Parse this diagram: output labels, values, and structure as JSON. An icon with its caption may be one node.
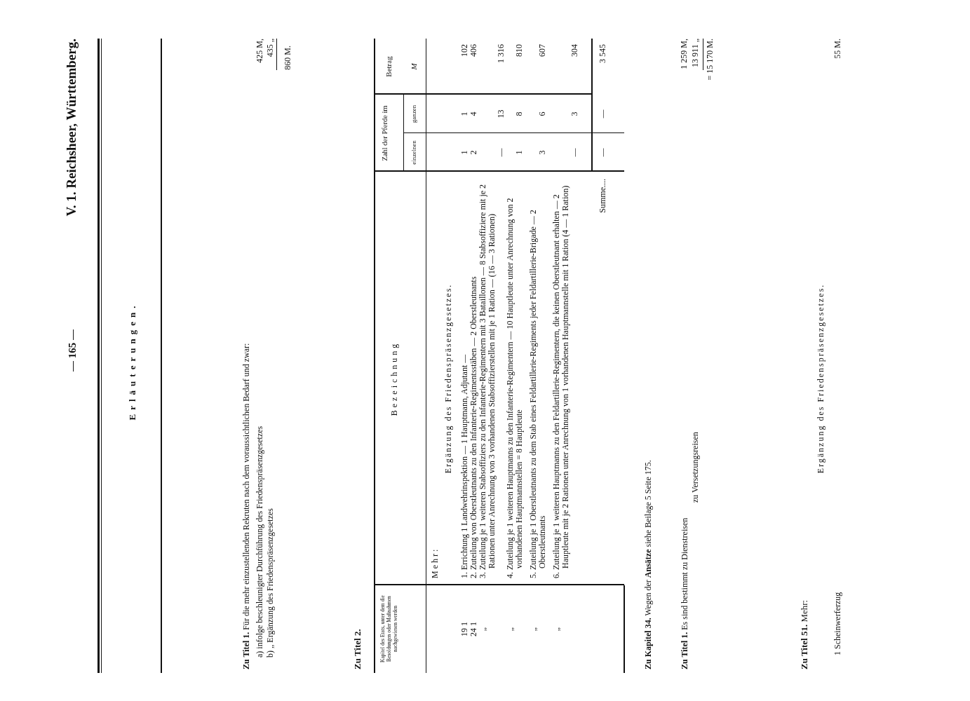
{
  "diagram": {
    "labels": [
      "— 165 —",
      "V. 1. Reichsheer, Württemberg.",
      "Erläuterungen.",
      "**Zu Titel 1.** Für die mehr einzustellenden Rekruten nach dem voraussichtlichen Bedarf und zwar:",
      "a) infolge beschleunigter Durchführung des Friedenspräsenzgesetzes",
      "425 M,",
      "b) „ Ergänzung des Friedenspräsenzgesetzes",
      "435 „",
      "860 M.",
      "Zu Titel 2.",
      "Kapitel des Etats, unter dem die Besoldungen oder Maßnahmen nachgewiesen werden",
      "Bezeichnung",
      "Zahl der Pferde im",
      "einzelnen",
      "ganzen",
      "Betrag",
      "M",
      "Mehr:",
      "Ergänzung des Friedenspräsenzgesetzes.",
      "19 1",
      "1. Errichtung 1 Landwehrinspektion — 1 Hauptmann, Adjutant —",
      "1",
      "1",
      "102",
      "24 1",
      "2. Zuteilung von Oberstleutnants zu den Infanterie-Regimentsstäben — 2 Oberstleutnants",
      "2",
      "4",
      "406",
      "„",
      "3. Zuteilung je 1 weiteren Stabsoffiziers zu den Infanterie-Regimentern mit 3 Bataillonen — 8 Stabsoffiziere mit je 2 Rationen unter Anrechnung von 3 vorhandenen Stabsoffizierstellen mit je 1 Ration — (16 — 3 Rationen)",
      "—",
      "13",
      "1 316",
      "„",
      "4. Zuteilung je 1 weiteren Hauptmanns zu den Infanterie-Regimentern — 10 Hauptleute unter Anrechnung von 2 vorhandenen Hauptmannstellen = 8 Hauptleute",
      "1",
      "8",
      "810",
      "„",
      "5. Zuteilung je 1 Oberstleutnants zu dem Stab eines Feldartillerie-Regiments jeder Feldartillerie-Brigade — 2 Oberstleutnants",
      "3",
      "6",
      "607",
      "„",
      "6. Zuteilung je 1 weiteren Hauptmanns zu den Feldartillerie-Regimentern, die keinen Oberstleutnant erhalten — 2 Hauptleute mit je 2 Rationen unter Anrechnung von 1 vorhandenen Hauptmannstelle mit 1 Ration (4 — 1 Ration)",
      "—",
      "3",
      "304",
      "Summe....",
      "—",
      "—",
      "3 545",
      "**Zu Kapitel 34.** Wegen der **Ansätze** siehe Beilage 5 Seite 175.",
      "**Zu Titel 1.** Es sind bestimmt zu Dienstreisen",
      "1 259 M,",
      "zu Versetzungsreisen",
      "13 911 „",
      "= 15 170 M.",
      "**Zu Titel 51.** Mehr:",
      "Ergänzung des Friedenspräsenzgesetzes.",
      "1 Scheinwerferzug",
      "55 M."
    ]
  }
}
